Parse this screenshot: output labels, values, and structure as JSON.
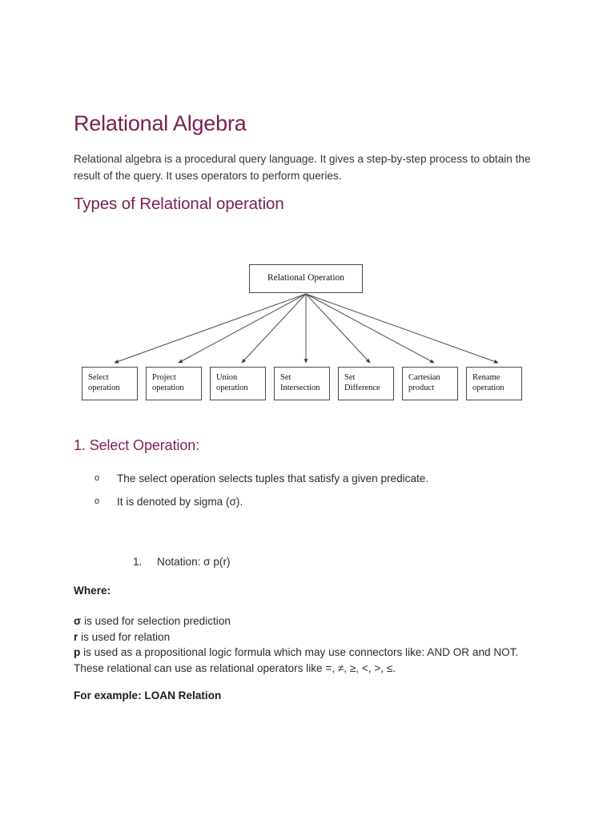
{
  "document": {
    "title": "Relational Algebra",
    "intro": "Relational algebra is a procedural query language. It gives a step-by-step process to obtain the result of the query. It uses operators to perform queries.",
    "section_title": "Types of Relational operation",
    "sub_title": "1. Select Operation:",
    "where_label": "Where:",
    "example_label": "For example: LOAN Relation"
  },
  "theme": {
    "heading_color": "#7b2150",
    "subheading_color": "#80225a",
    "body_color": "#333333",
    "page_background": "#ffffff",
    "diagram_line_color": "#4a4a4a"
  },
  "diagram": {
    "root": {
      "label": "Relational Operation"
    },
    "leaves": [
      {
        "line1": "Select",
        "line2": "operation"
      },
      {
        "line1": "Project",
        "line2": "operation"
      },
      {
        "line1": "Union",
        "line2": "operation"
      },
      {
        "line1": "Set",
        "line2": "Intersection"
      },
      {
        "line1": "Set",
        "line2": "Difference"
      },
      {
        "line1": "Cartesian",
        "line2": "product"
      },
      {
        "line1": "Rename",
        "line2": "operation"
      }
    ]
  },
  "bullets": [
    {
      "marker": "o",
      "text": "The select operation selects tuples that satisfy a given predicate."
    },
    {
      "marker": "o",
      "text": "It is denoted by sigma (σ)."
    }
  ],
  "notation": [
    {
      "num": "1.",
      "text": "Notation:  σ p(r)"
    }
  ],
  "definitions": [
    {
      "symbol": "σ",
      "text": " is used for selection prediction"
    },
    {
      "symbol": "r",
      "text": " is used for relation"
    },
    {
      "symbol": "p",
      "text": " is used as a propositional logic formula which may use connectors like: AND OR and NOT. These relational can use as relational operators like =, ≠, ≥, <, >, ≤."
    }
  ]
}
